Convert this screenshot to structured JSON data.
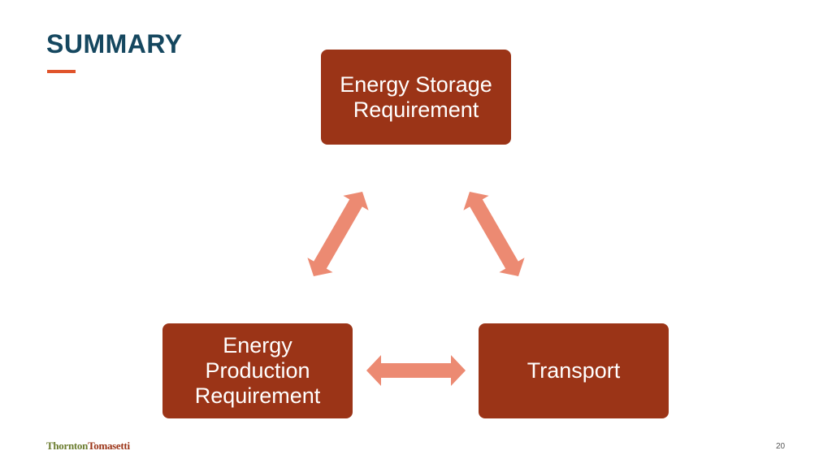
{
  "slide": {
    "title": "SUMMARY",
    "page_number": "20"
  },
  "diagram": {
    "nodes": [
      {
        "id": "storage",
        "lines": [
          "Energy Storage",
          "Requirement"
        ]
      },
      {
        "id": "production",
        "lines": [
          "Energy",
          "Production",
          "Requirement"
        ]
      },
      {
        "id": "transport",
        "lines": [
          "Transport"
        ]
      }
    ],
    "edges": [
      {
        "from": "production",
        "to": "storage",
        "direction": "both"
      },
      {
        "from": "storage",
        "to": "transport",
        "direction": "both"
      },
      {
        "from": "production",
        "to": "transport",
        "direction": "both"
      }
    ]
  },
  "footer": {
    "logo_first": "Thornton",
    "logo_second": "Tomasetti"
  },
  "colors": {
    "title": "#15475f",
    "accent": "#e0542b",
    "box_fill": "#9b3417",
    "box_text": "#ffffff",
    "arrow_fill": "#ec8a72",
    "logo_first": "#6b7c2e",
    "logo_second": "#9b3417"
  }
}
